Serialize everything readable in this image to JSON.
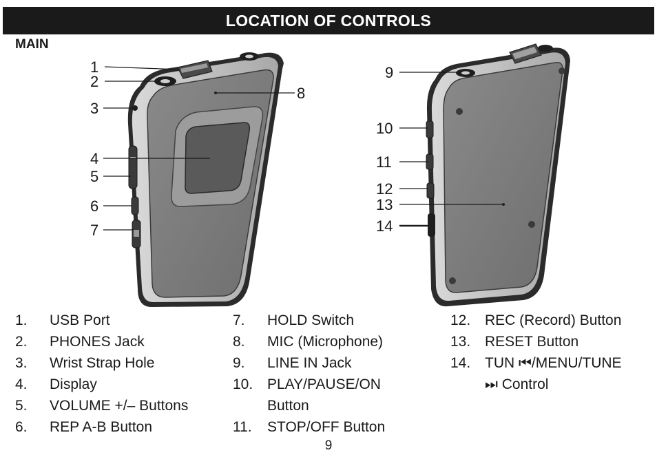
{
  "header": {
    "title": "LOCATION OF CONTROLS"
  },
  "section": {
    "label": "MAIN"
  },
  "callouts": {
    "c1": "1",
    "c2": "2",
    "c3": "3",
    "c4": "4",
    "c5": "5",
    "c6": "6",
    "c7": "7",
    "c8": "8",
    "c9": "9",
    "c10": "10",
    "c11": "11",
    "c12": "12",
    "c13": "13",
    "c14": "14"
  },
  "legend": {
    "col1": [
      {
        "num": "1.",
        "text": "USB Port"
      },
      {
        "num": "2.",
        "text": "PHONES Jack"
      },
      {
        "num": "3.",
        "text": "Wrist Strap Hole"
      },
      {
        "num": "4.",
        "text": "Display"
      },
      {
        "num": "5.",
        "text": "VOLUME +/– Buttons"
      },
      {
        "num": "6.",
        "text": "REP A-B Button"
      }
    ],
    "col2": [
      {
        "num": "7.",
        "text": "HOLD Switch"
      },
      {
        "num": "8.",
        "text": "MIC (Microphone)"
      },
      {
        "num": "9.",
        "text": "LINE IN Jack"
      },
      {
        "num": "10.",
        "text": "PLAY/PAUSE/ON",
        "text2": "Button"
      },
      {
        "num": "11.",
        "text": "STOP/OFF Button"
      }
    ],
    "col3": [
      {
        "num": "12.",
        "text": "REC (Record) Button"
      },
      {
        "num": "13.",
        "text": "RESET Button"
      },
      {
        "num": "14.",
        "text": "TUN ⏮/MENU/TUNE",
        "text2": "⏭ Control"
      }
    ]
  },
  "page": {
    "number": "9"
  }
}
